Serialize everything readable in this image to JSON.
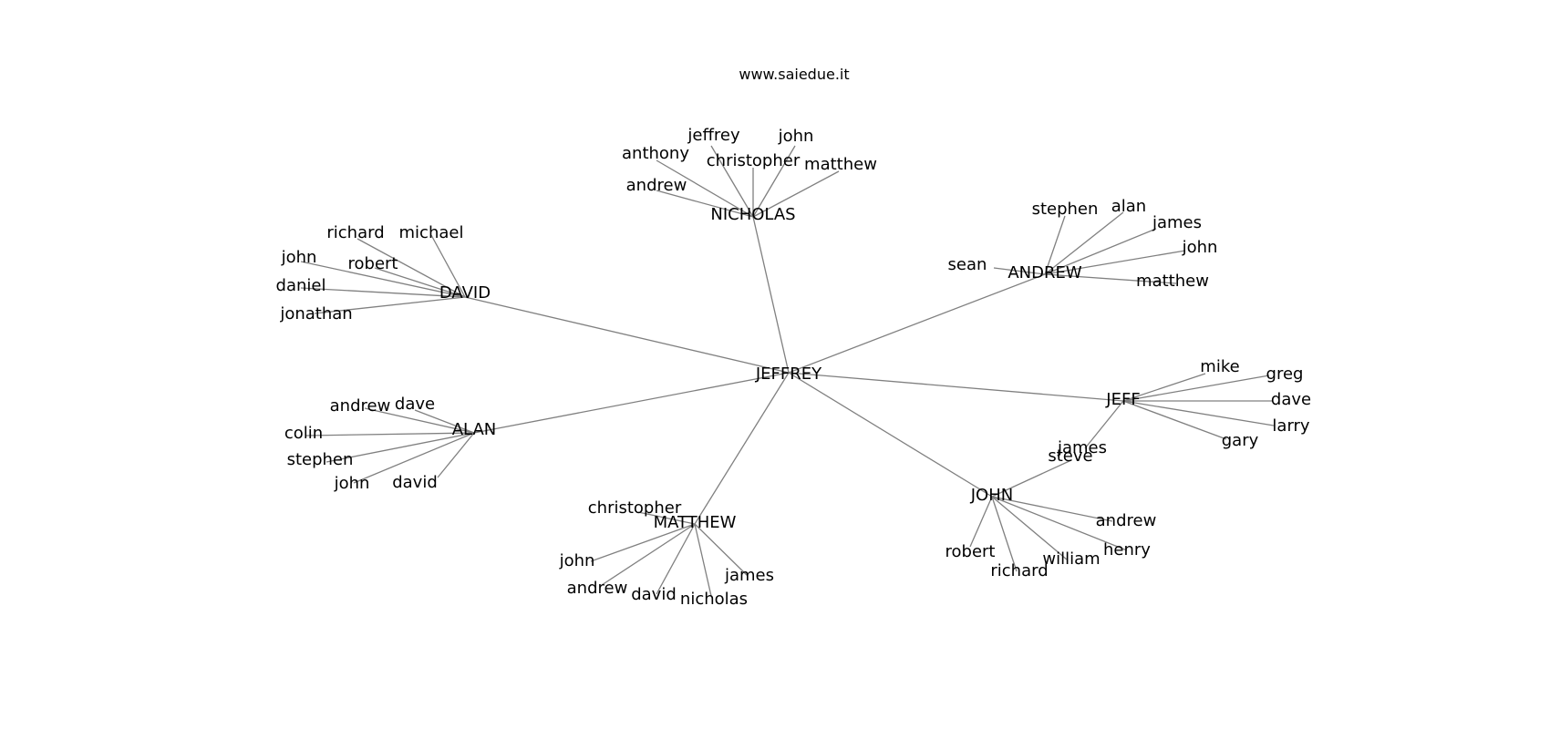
{
  "title": "www.saiedue.it",
  "colors": {
    "edge": "#808080",
    "text": "#000000",
    "background": "#ffffff"
  },
  "graph": {
    "center": "JEFFREY",
    "hubs": [
      {
        "id": "nicholas",
        "label": "NICHOLAS",
        "children": [
          "jeffrey",
          "john",
          "anthony",
          "christopher",
          "matthew",
          "andrew"
        ]
      },
      {
        "id": "david",
        "label": "DAVID",
        "children": [
          "richard",
          "michael",
          "john",
          "robert",
          "daniel",
          "jonathan"
        ]
      },
      {
        "id": "andrew",
        "label": "ANDREW",
        "children": [
          "stephen",
          "alan",
          "james",
          "john",
          "sean",
          "matthew"
        ]
      },
      {
        "id": "alan",
        "label": "ALAN",
        "children": [
          "andrew",
          "dave",
          "colin",
          "stephen",
          "john",
          "david"
        ]
      },
      {
        "id": "jeff",
        "label": "JEFF",
        "children": [
          "mike",
          "greg",
          "dave",
          "larry",
          "gary",
          "james"
        ]
      },
      {
        "id": "matthew",
        "label": "MATTHEW",
        "children": [
          "christopher",
          "john",
          "andrew",
          "david",
          "nicholas",
          "james"
        ]
      },
      {
        "id": "john",
        "label": "JOHN",
        "children": [
          "steve",
          "andrew",
          "henry",
          "robert",
          "william",
          "richard"
        ]
      }
    ]
  }
}
